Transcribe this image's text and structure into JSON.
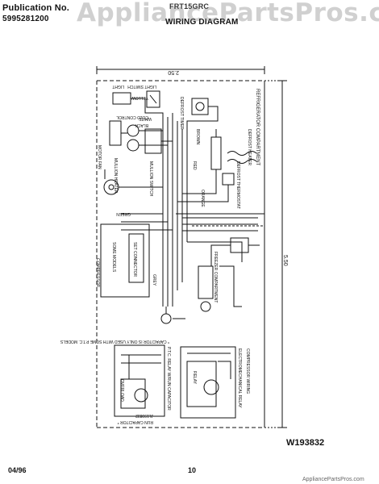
{
  "header": {
    "publication_label": "Publication No.",
    "publication_number": "5995281200",
    "model": "FRT15GRC",
    "title": "WIRING DIAGRAM"
  },
  "watermark": "AppliancePartsPros.com",
  "dimensions": {
    "width_mark": "2.50",
    "height_mark": "5.50"
  },
  "labels": {
    "refrigerator_compartment": "REFRIGERATOR COMPARTMENT",
    "freezer_compartment": "FREEZER COMPARTMENT",
    "compressor_wiring": "COMPRESSOR WIRING",
    "electromechanical_relay": "ELECTROMECHANICAL RELAY",
    "ptc_relay": "P.T.C. RELAY W/RUN CAPACITOR",
    "capacitor_note": "* CAPACITOR IS ONLY USED WITH SOME P.T.C. MODELS",
    "run_capacitor": "RUN CAPACITOR *",
    "part_ref": "JL193832",
    "defrost_timer": "DEFROST TIMER",
    "defrost_heater": "DEFROST HEATER",
    "defrost_thermostat": "DEFROST THERMOSTAT",
    "cold_control": "COLD CONTROL",
    "mullion_heater": "MULLION HEATER",
    "mullion_switch": "MULLION SWITCH",
    "fan_motor": "MOTOR FAN",
    "set_connector": "SET CONNECTOR",
    "some_models": "SOME MODELS",
    "light": "LIGHT",
    "light_switch": "LIGHT SWITCH",
    "overload": "OVERLOAD",
    "relay": "RELAY",
    "compressor": "COMPRESSOR",
    "wires": [
      "WHITE",
      "BLACK",
      "RED",
      "GREEN",
      "YELLOW",
      "BROWN",
      "ORANGE",
      "GREY"
    ]
  },
  "footer": {
    "diagram_code": "W193832",
    "date": "04/96",
    "page": "10",
    "partial": "AppliancePartsPros.com"
  }
}
